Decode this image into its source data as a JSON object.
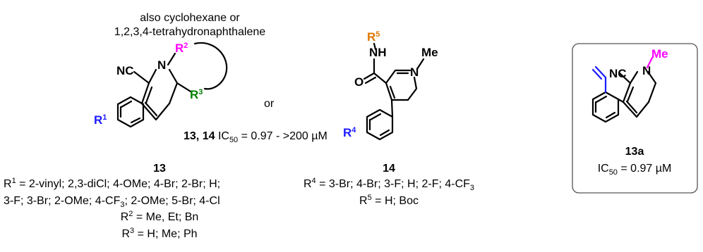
{
  "top_note": {
    "line1": "also cyclohexane or",
    "line2": "1,2,3,4-tetrahydronaphthalene"
  },
  "connector": "or",
  "atoms": {
    "nc": "NC",
    "n": "N",
    "r": "R",
    "nh": "NH",
    "o": "O",
    "me": "Me",
    "ic": "IC"
  },
  "superscripts": {
    "one": "1",
    "two": "2",
    "three": "3",
    "four": "4",
    "five": "5",
    "fifty": "50"
  },
  "ic50_left": {
    "compounds": "13, 14",
    "value": " = 0.97 - >200 µM"
  },
  "compound_13": {
    "label": "13",
    "r1_text": " = 2-vinyl; 2,3-diCl; 4-OMe; 4-Br; 2-Br; H;",
    "r1_line2": "3-F; 3-Br; 2-OMe; 4-CF",
    "r1_line2_sub": "3",
    "r1_line2_end": "; 2-OMe; 5-Br; 4-Cl",
    "r2_text": " = Me, Et; Bn",
    "r3_text": " = H; Me; Ph"
  },
  "compound_14": {
    "label": "14",
    "r4_text": " = 3-Br; 4-Br; 3-F; H; 2-F; 4-CF",
    "r4_sub": "3",
    "r5_text": " = H; Boc"
  },
  "compound_13a": {
    "label": "13a",
    "ic50_value": " = 0.97 µM"
  }
}
